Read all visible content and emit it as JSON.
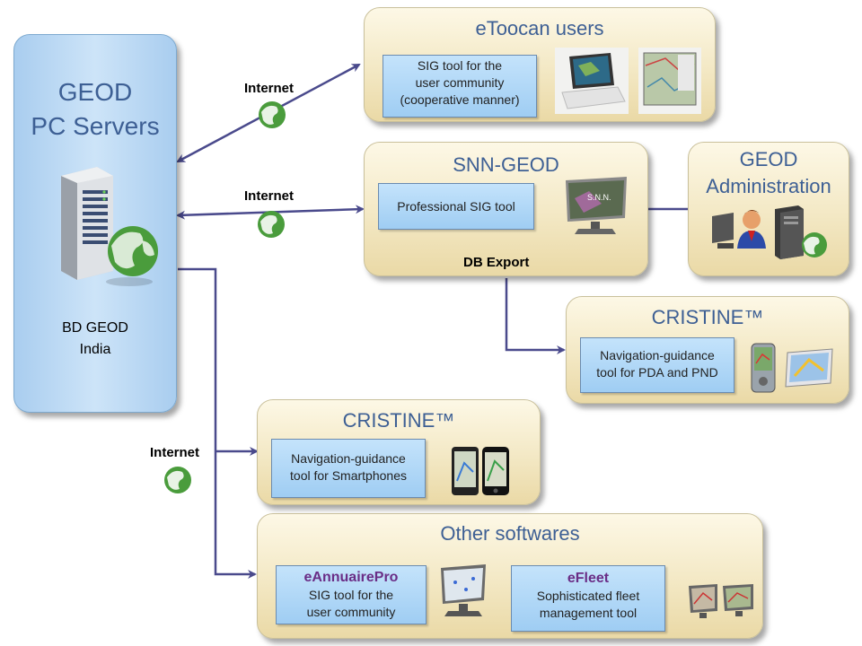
{
  "server": {
    "title_line1": "GEOD",
    "title_line2": "PC Servers",
    "sub_line1": "BD GEOD",
    "sub_line2": "India"
  },
  "internet_labels": [
    "Internet",
    "Internet",
    "Internet"
  ],
  "etoocan": {
    "title": "eToocan users",
    "box_lines": [
      "SIG tool for the",
      "user community",
      "(cooperative manner)"
    ]
  },
  "snn": {
    "title": "SNN-GEOD",
    "box_text": "Professional SIG tool",
    "footer": "DB Export",
    "screen_text": "S.N.N."
  },
  "admin": {
    "title_line1": "GEOD",
    "title_line2": "Administration"
  },
  "cristine_pda": {
    "title": "CRISTINE™",
    "box_lines": [
      "Navigation-guidance",
      "tool for PDA and PND"
    ]
  },
  "cristine_phone": {
    "title": "CRISTINE™",
    "box_lines": [
      "Navigation-guidance",
      "tool for Smartphones"
    ]
  },
  "other": {
    "title": "Other softwares",
    "eannuaire": {
      "title": "eAnnuairePro",
      "lines": [
        "SIG tool for the",
        "user community"
      ]
    },
    "efleet": {
      "title": "eFleet",
      "lines": [
        "Sophisticated fleet",
        "management tool"
      ]
    }
  },
  "colors": {
    "connector": "#4a4a8c",
    "panel_title": "#3d5f94",
    "product_title": "#6a2d86"
  }
}
